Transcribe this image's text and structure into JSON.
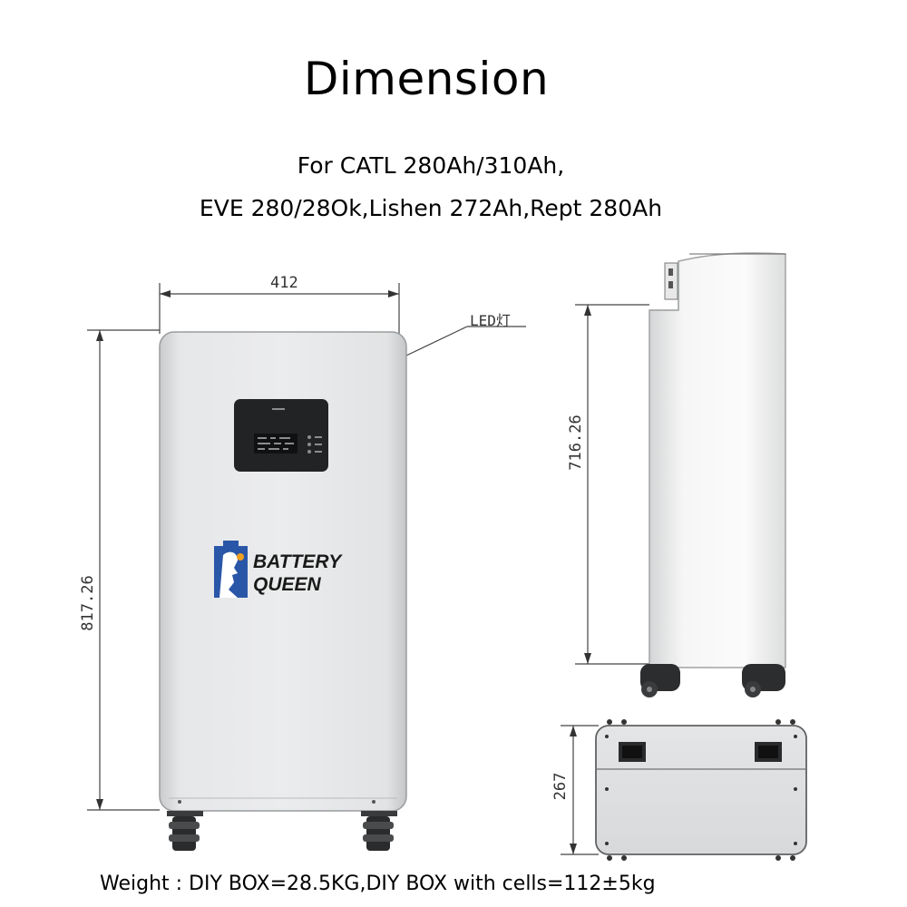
{
  "title": "Dimension",
  "subtitle_line1": "For CATL 280Ah/310Ah,",
  "subtitle_line2": "EVE 280/28Ok,Lishen 272Ah,Rept 280Ah",
  "dimensions": {
    "width": "412",
    "height_front": "817.26",
    "height_side": "716.26",
    "depth": "267"
  },
  "led_label": "LED灯",
  "brand": {
    "line1": "BATTERY",
    "line2": "QUEEN",
    "color": "#2a56a8"
  },
  "weight_text": "Weight : DIY BOX=28.5KG,DIY BOX with cells=112±5kg"
}
